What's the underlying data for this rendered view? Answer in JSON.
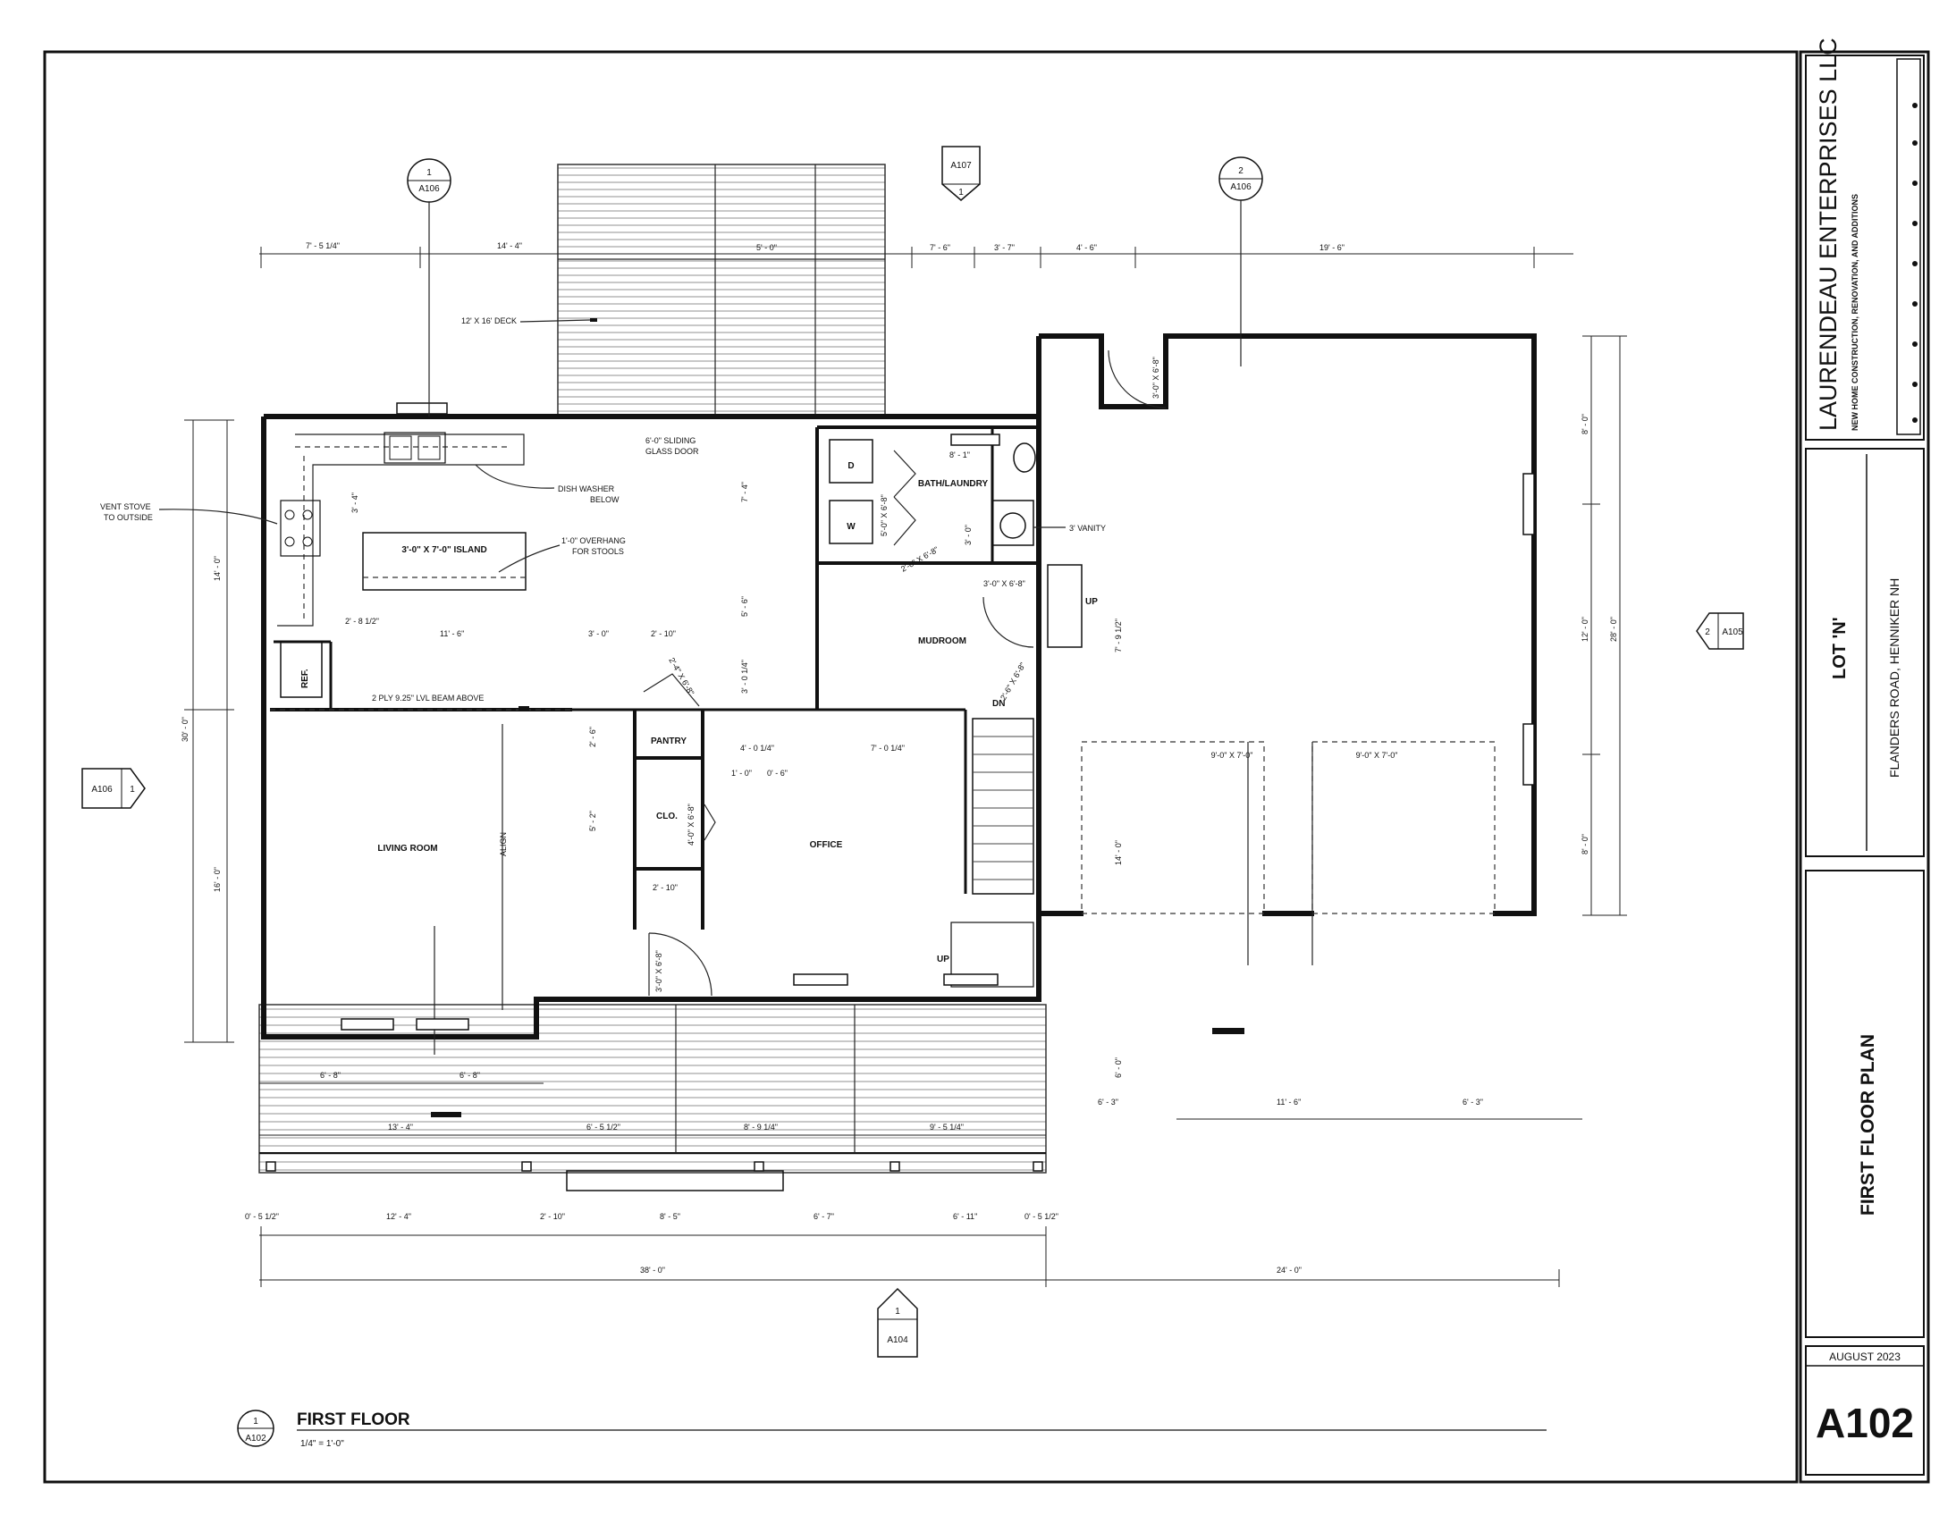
{
  "title_block": {
    "company": "LAURENDEAU ENTERPRISES LLC",
    "company_tagline": "NEW HOME CONSTRUCTION, RENOVATION, AND ADDITIONS",
    "lot": "LOT 'N'",
    "address": "FLANDERS ROAD, HENNIKER NH",
    "sheet_title": "FIRST FLOOR PLAN",
    "date": "AUGUST 2023",
    "sheet_number": "A102"
  },
  "drawing": {
    "title": "FIRST FLOOR",
    "scale": "1/4\" = 1'-0\"",
    "view_ref_num": "1",
    "view_ref_sheet": "A102"
  },
  "section_markers": [
    {
      "num": "1",
      "sheet": "A106"
    },
    {
      "num": "",
      "sheet": "A107"
    },
    {
      "num": "2",
      "sheet": "A106"
    },
    {
      "num": "2",
      "sheet": "A105"
    },
    {
      "num": "1",
      "sheet": "A106"
    },
    {
      "num": "1",
      "sheet": "A104"
    }
  ],
  "rooms": {
    "living": "LIVING ROOM",
    "office": "OFFICE",
    "mudroom": "MUDROOM",
    "pantry": "PANTRY",
    "closet": "CLO.",
    "bath": "BATH/LAUNDRY",
    "ref": "REF.",
    "island": "3'-0\" X 7'-0\" ISLAND",
    "dryer": "D",
    "washer": "W"
  },
  "notes": {
    "deck": "12' X 16' DECK",
    "sliding_door_1": "6'-0\" SLIDING",
    "sliding_door_2": "GLASS DOOR",
    "dishwasher_1": "DISH WASHER",
    "dishwasher_2": "BELOW",
    "overhang_1": "1'-0\" OVERHANG",
    "overhang_2": "FOR STOOLS",
    "vent_1": "VENT STOVE",
    "vent_2": "TO OUTSIDE",
    "beam": "2 PLY 9.25\" LVL BEAM ABOVE",
    "align": "ALIGN",
    "vanity": "3' VANITY",
    "up1": "UP",
    "up2": "UP",
    "dn": "DN",
    "garage_door_1": "9'-0\" X 7'-0\"",
    "garage_door_2": "9'-0\" X 7'-0\"",
    "door_mud": "3'-0\" X 6'-8\"",
    "door_garage_top": "3'-0\" X 6'-8\"",
    "door_front": "3'-0\" X 6'-8\"",
    "door_pantry": "2'-4\" X 6'-8\"",
    "door_clo": "4'-0\" X 6'-8\"",
    "door_laundry": "5'-0\" X 6'-8\"",
    "door_bath": "2'-6\" X 6'-8\"",
    "door_stair": "2'-6\" X 6'-8\""
  },
  "dimensions": {
    "top": [
      "7' - 5 1/4\"",
      "14' - 4\"",
      "5' - 0\"",
      "7' - 6\"",
      "3' - 7\"",
      "4' - 6\"",
      "19' - 6\""
    ],
    "left": [
      "14' - 0\"",
      "30' - 0\"",
      "16' - 0\""
    ],
    "right": [
      "8' - 0\"",
      "12' - 0\"",
      "28' - 0\"",
      "8' - 0\""
    ],
    "interior": [
      "11' - 6\"",
      "3' - 0\"",
      "2' - 10\"",
      "2' - 8 1/2\"",
      "3' - 4\"",
      "7' - 4\"",
      "5' - 6\"",
      "3' - 0 1/4\"",
      "4' - 0 1/4\"",
      "7' - 0 1/4\"",
      "1' - 0\"",
      "0' - 6\"",
      "2' - 6\"",
      "5' - 2\"",
      "2' - 10\"",
      "7' - 9 1/2\"",
      "14' - 0\"",
      "3' - 0\"",
      "8' - 1\""
    ],
    "porch": [
      "6' - 8\"",
      "6' - 8\"",
      "13' - 4\"",
      "6' - 5 1/2\"",
      "8' - 9 1/4\"",
      "9' - 5 1/4\"",
      "6' - 3\"",
      "11' - 6\"",
      "6' - 3\"",
      "6' - 0\""
    ],
    "bottom": [
      "0' - 5 1/2\"",
      "12' - 4\"",
      "2' - 10\"",
      "8' - 5\"",
      "6' - 7\"",
      "6' - 11\"",
      "0' - 5 1/2\"",
      "38' - 0\"",
      "24' - 0\""
    ]
  }
}
